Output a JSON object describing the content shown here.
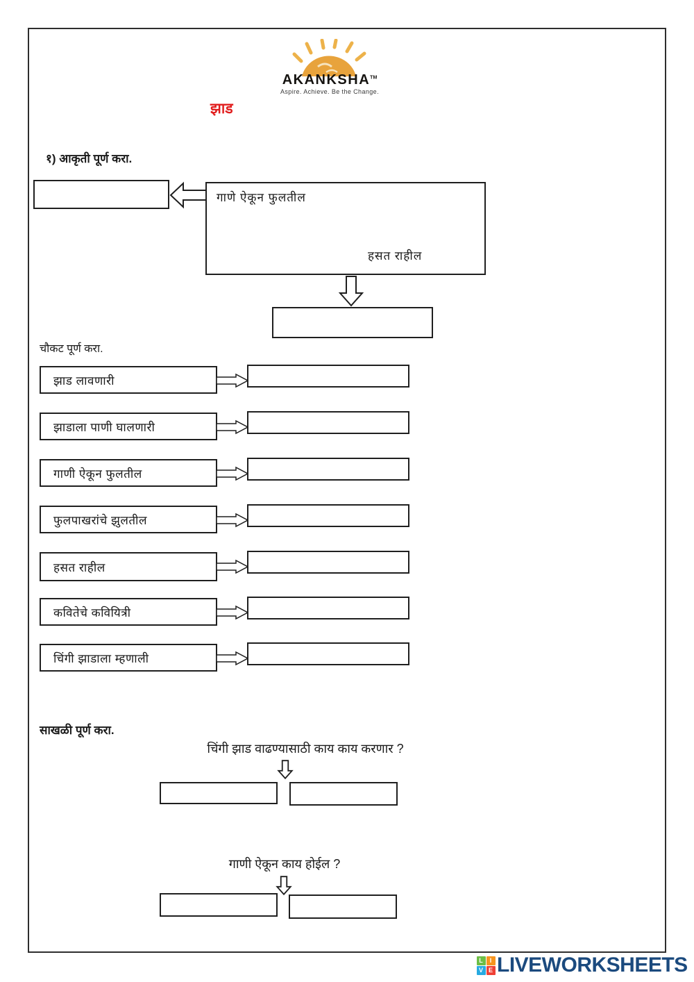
{
  "logo": {
    "name": "AKANKSHA",
    "tm": "TM",
    "tagline": "Aspire. Achieve. Be the Change.",
    "sun_body_color": "#E8A33C",
    "sun_ray_color": "#EDB24A"
  },
  "page": {
    "title": "झाड",
    "title_color": "#e11d1d"
  },
  "section_diagram": {
    "heading": "१) आकृती पूर्ण करा.",
    "big_box_line1": "गाणे ऐकून फुलतील",
    "big_box_line2": "हसत राहील"
  },
  "section_boxes": {
    "heading": "चौकट पूर्ण करा.",
    "rows": [
      {
        "label": "झाड लावणारी"
      },
      {
        "label": "झाडाला पाणी घालणारी"
      },
      {
        "label": "गाणी ऐकून फुलतील"
      },
      {
        "label": "फुलपाखरांचे झुलतील"
      },
      {
        "label": "हसत राहील"
      },
      {
        "label": "कवितेचे कवियित्री"
      },
      {
        "label": "चिंगी झाडाला म्हणाली"
      }
    ]
  },
  "section_chain": {
    "heading": "साखळी पूर्ण करा.",
    "question1": "चिंगी झाड वाढण्यासाठी काय काय करणार ?",
    "question2": "गाणी ऐकून काय होईल ?"
  },
  "footer": {
    "brand": "LIVEWORKSHEETS",
    "brand_color": "#1B4A7E",
    "logo_letters": [
      {
        "letter": "L",
        "color": "#6DBE45"
      },
      {
        "letter": "I",
        "color": "#F7941E"
      },
      {
        "letter": "V",
        "color": "#27AAE1"
      },
      {
        "letter": "E",
        "color": "#EF4136"
      }
    ]
  }
}
